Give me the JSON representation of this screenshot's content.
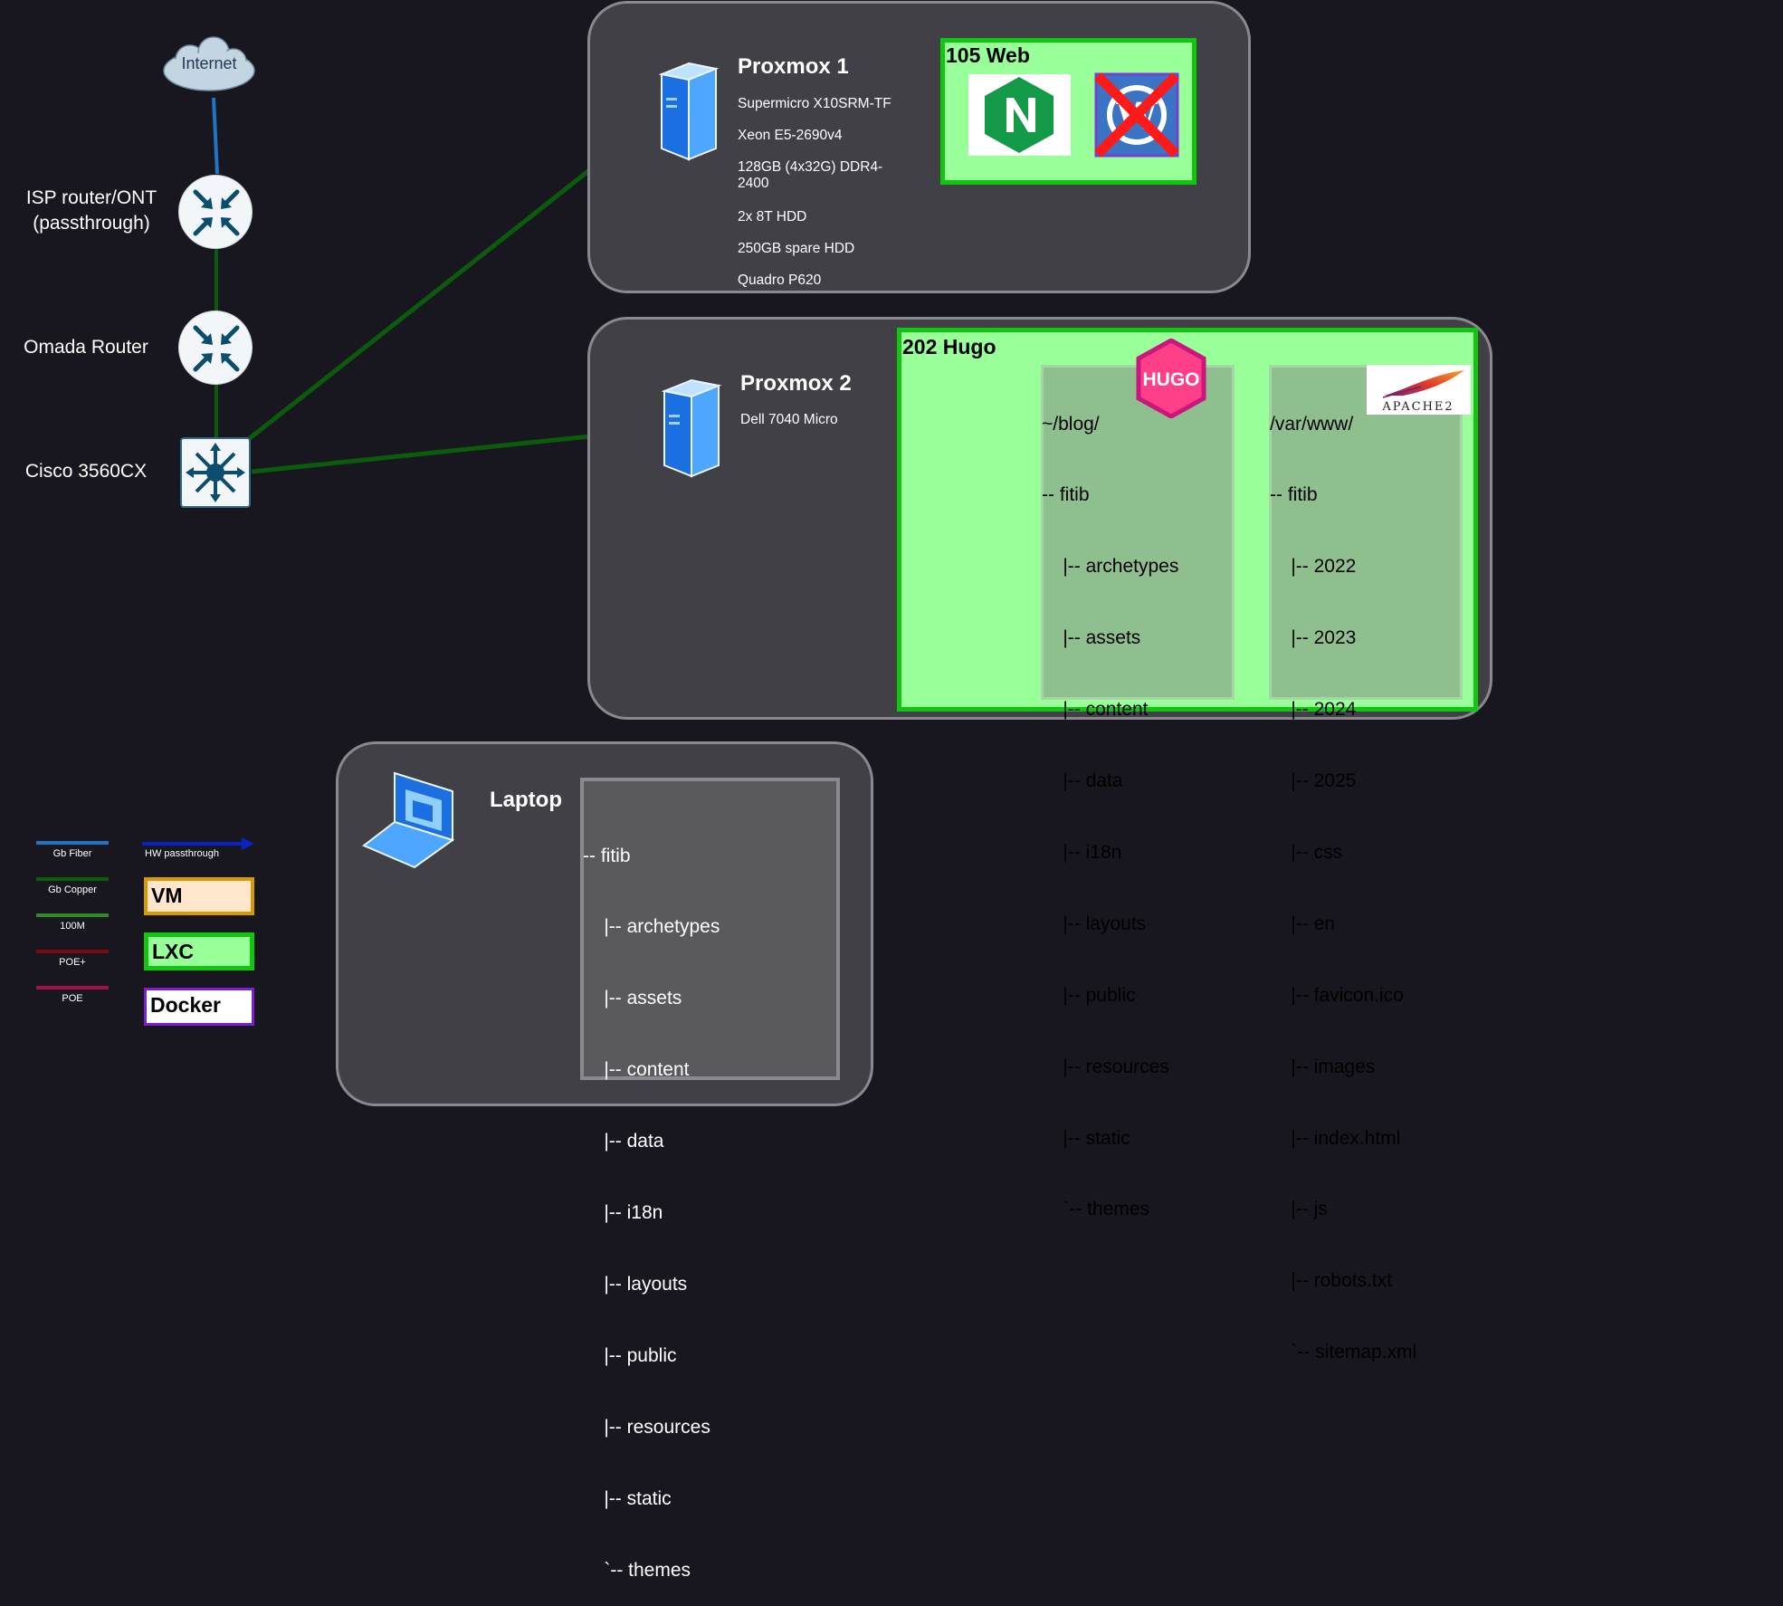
{
  "network": {
    "internet_label": "Internet",
    "isp_label_line1": "ISP router/ONT",
    "isp_label_line2": "(passthrough)",
    "omada_label": "Omada Router",
    "cisco_label": "Cisco 3560CX"
  },
  "proxmox1": {
    "title": "Proxmox 1",
    "specs": [
      "Supermicro X10SRM-TF",
      "Xeon E5-2690v4",
      "128GB (4x32G) DDR4-2400",
      "2x 8T HDD",
      "250GB spare HDD",
      "Quadro P620"
    ],
    "container": {
      "title": "105 Web",
      "icons": [
        "nginx-logo",
        "wordpress-logo-crossed-out"
      ]
    }
  },
  "proxmox2": {
    "title": "Proxmox 2",
    "specs": [
      "Dell 7040 Micro"
    ],
    "container": {
      "title": "202 Hugo",
      "blog_tree": [
        "~/blog/",
        "-- fitib",
        "    |-- archetypes",
        "    |-- assets",
        "    |-- content",
        "    |-- data",
        "    |-- i18n",
        "    |-- layouts",
        "    |-- public",
        "    |-- resources",
        "    |-- static",
        "    `-- themes"
      ],
      "www_tree": [
        "/var/www/",
        "-- fitib",
        "    |-- 2022",
        "    |-- 2023",
        "    |-- 2024",
        "    |-- 2025",
        "    |-- css",
        "    |-- en",
        "    |-- favicon.ico",
        "    |-- images",
        "    |-- index.html",
        "    |-- js",
        "    |-- robots.txt",
        "    `-- sitemap.xml"
      ],
      "hugo_logo_text": "HUGO",
      "apache_logo_text": "APACHE2"
    }
  },
  "laptop": {
    "title": "Laptop",
    "tree": [
      "-- fitib",
      "    |-- archetypes",
      "    |-- assets",
      "    |-- content",
      "    |-- data",
      "    |-- i18n",
      "    |-- layouts",
      "    |-- public",
      "    |-- resources",
      "    |-- static",
      "    `-- themes"
    ]
  },
  "legend": {
    "gb_fiber": "Gb Fiber",
    "gb_copper": "Gb Copper",
    "m100": "100M",
    "poe_plus": "POE+",
    "poe": "POE",
    "hw_passthrough": "HW passthrough",
    "vm": "VM",
    "lxc": "LXC",
    "docker": "Docker"
  },
  "colors": {
    "background": "#18171f",
    "panel": "#414046",
    "fiber": "#1f74c4",
    "copper": "#0c5a0c",
    "m100": "#2e8b20",
    "poe_plus": "#7a0d0d",
    "poe": "#a0104a",
    "lxc_fill": "#99ff99",
    "lxc_border": "#11c511",
    "vm_fill": "#ffe6cc",
    "vm_border": "#d79b00",
    "docker_border": "#7b1fd1"
  }
}
